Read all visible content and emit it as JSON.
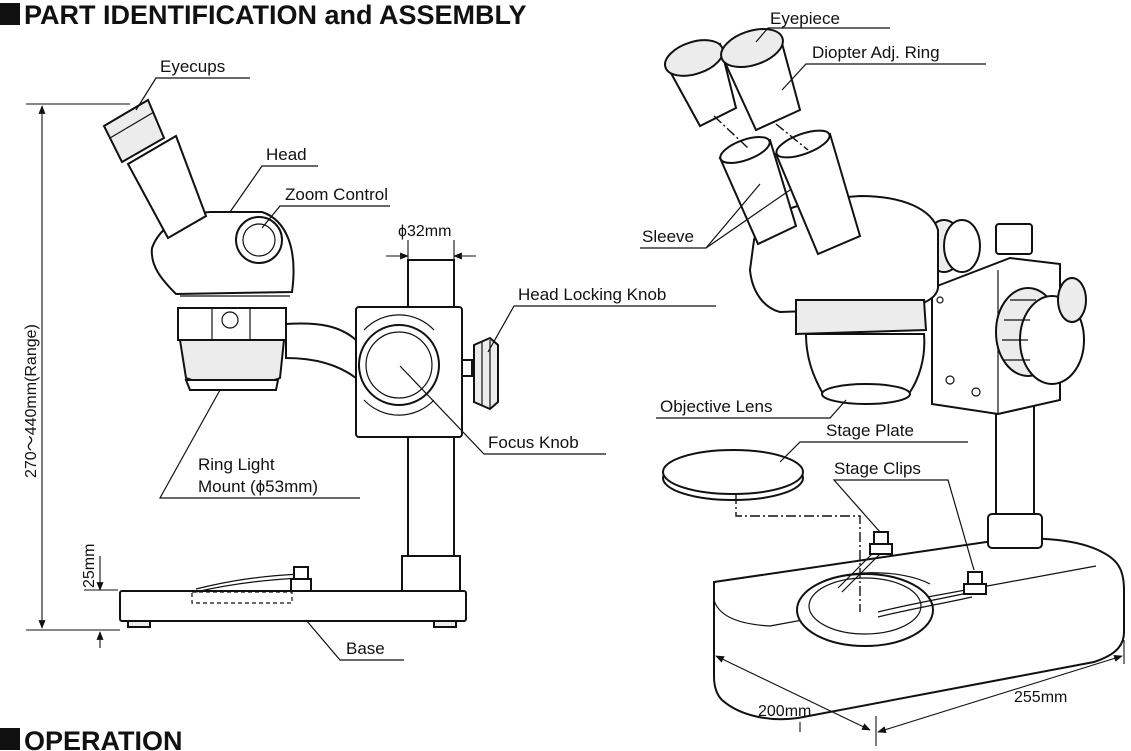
{
  "headings": {
    "part_identification": "PART IDENTIFICATION and ASSEMBLY",
    "operation": "OPERATION"
  },
  "labels": {
    "eyecups": "Eyecups",
    "head": "Head",
    "zoom_control": "Zoom Control",
    "pillar_diameter": "ϕ32mm",
    "head_locking_knob": "Head Locking Knob",
    "focus_knob": "Focus Knob",
    "ring_light_mount_line1": "Ring Light",
    "ring_light_mount_line2": "Mount (ϕ53mm)",
    "base": "Base",
    "height_range": "270～440mm(Range)",
    "base_height": "25mm",
    "eyepiece": "Eyepiece",
    "diopter_adj_ring": "Diopter Adj. Ring",
    "sleeve": "Sleeve",
    "objective_lens": "Objective Lens",
    "stage_plate": "Stage Plate",
    "stage_clips": "Stage Clips",
    "base_depth": "200mm",
    "base_width": "255mm"
  },
  "colors": {
    "line": "#111111",
    "shade": "#ececec",
    "background": "#ffffff"
  }
}
